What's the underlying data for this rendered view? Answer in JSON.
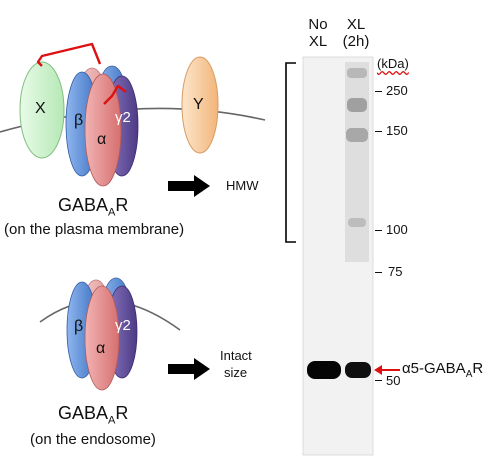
{
  "membrane_panel": {
    "subunit_x": "X",
    "subunit_beta": "β",
    "subunit_alpha": "α",
    "subunit_gamma2": "γ2",
    "subunit_y": "Y",
    "title_main": "GABA",
    "title_sub": "A",
    "title_tail": "R",
    "location": "(on the plasma membrane)",
    "arrow_target": "HMW"
  },
  "endosome_panel": {
    "subunit_beta": "β",
    "subunit_alpha": "α",
    "subunit_gamma2": "γ2",
    "title_main": "GABA",
    "title_sub": "A",
    "title_tail": "R",
    "location": "(on the endosome)",
    "arrow_target_line1": "Intact",
    "arrow_target_line2": "size"
  },
  "blot": {
    "lanes": [
      {
        "line1": "No",
        "line2": "XL"
      },
      {
        "line1": "XL",
        "line2": "(2h)"
      }
    ],
    "unit_label": "(kDa)",
    "markers": [
      "250",
      "150",
      "100",
      "75",
      "50"
    ],
    "band_label_main": "α5-GABA",
    "band_label_sub": "A",
    "band_label_tail": "R"
  },
  "colors": {
    "x_subunit": "#c8f0c8",
    "beta_subunit": "#5b8fd6",
    "alpha_subunit": "#e48a8a",
    "gamma2_subunit": "#6b55a0",
    "y_subunit": "#f6c99a",
    "crosslink": "#dd1111",
    "band_arrow": "#dd1111"
  }
}
